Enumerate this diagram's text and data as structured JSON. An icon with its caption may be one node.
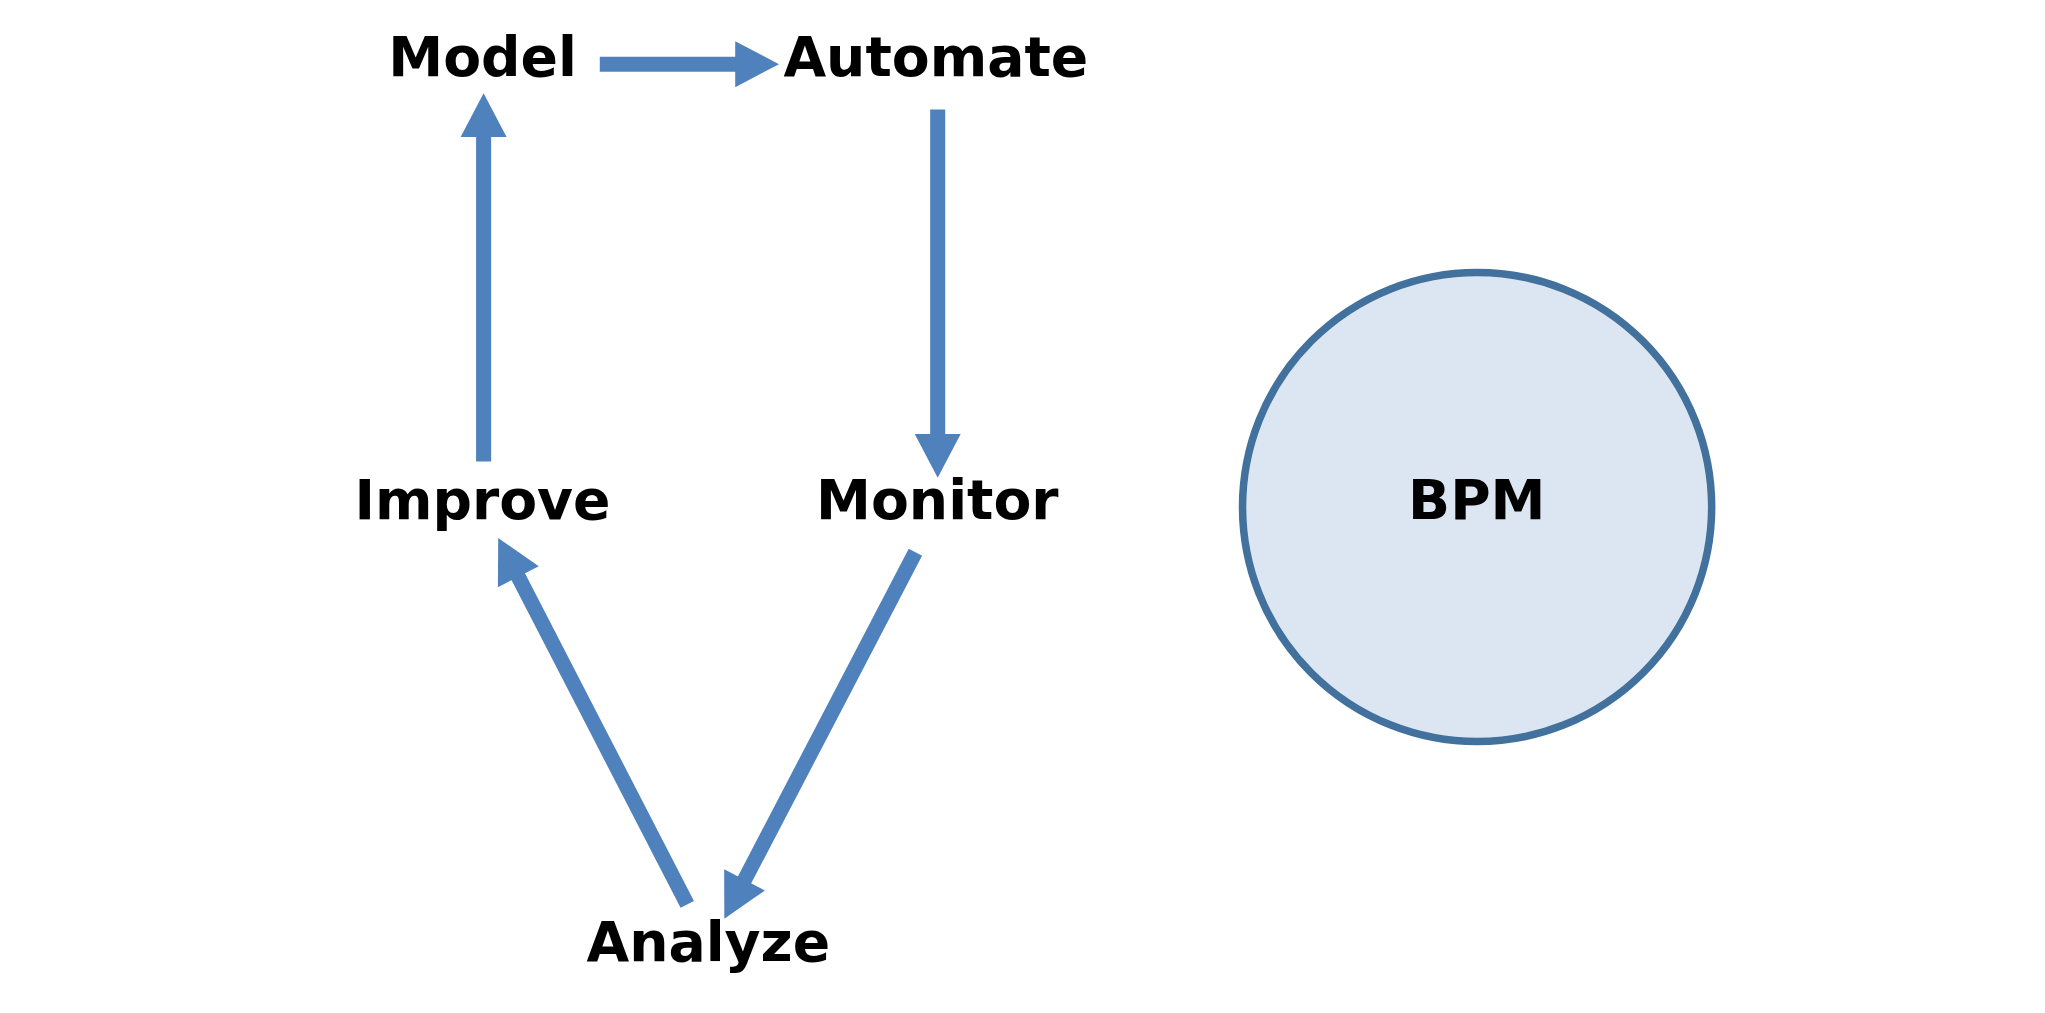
{
  "diagram": {
    "nodes": [
      {
        "text": [
          "Model"
        ]
      },
      {
        "text": [
          "Automate"
        ]
      },
      {
        "text": [
          "Improve"
        ]
      },
      {
        "text": [
          "BPM"
        ]
      },
      {
        "text": [
          "Monitor"
        ]
      },
      {
        "text": [
          "Analyze"
        ]
      }
    ],
    "edges": [
      {
        "from": 0,
        "to": 1,
        "arrow": "to"
      },
      {
        "from": 1,
        "to": 4,
        "arrow": "to"
      },
      {
        "from": 4,
        "to": 5,
        "arrow": "to"
      },
      {
        "from": 5,
        "to": 2,
        "arrow": "to"
      },
      {
        "from": 2,
        "to": 0,
        "arrow": "to"
      }
    ]
  }
}
